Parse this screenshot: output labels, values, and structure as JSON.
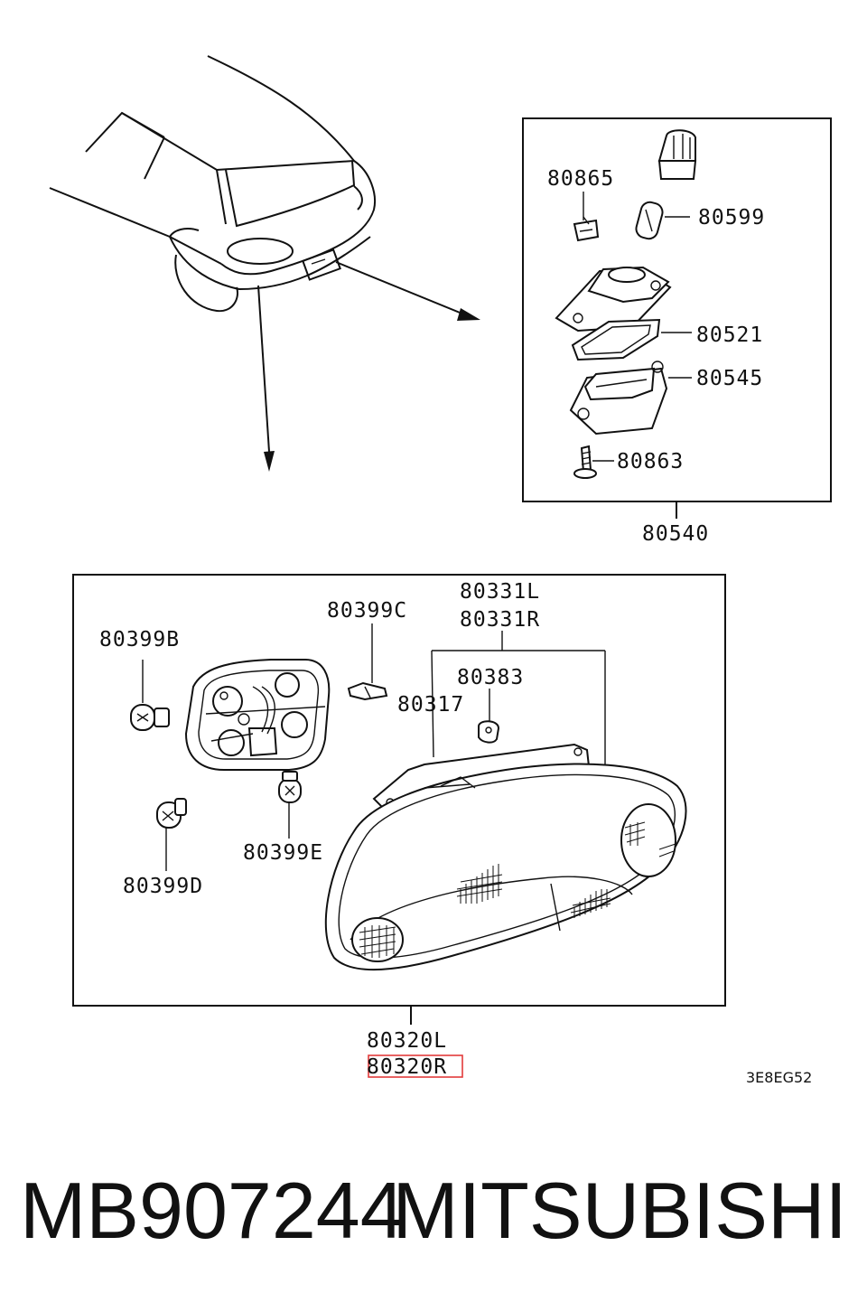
{
  "diagram": {
    "labels": {
      "p80865": "80865",
      "p80599": "80599",
      "p80521": "80521",
      "p80545": "80545",
      "p80863": "80863",
      "p80540": "80540",
      "p80331L": "80331L",
      "p80331R": "80331R",
      "p80399C": "80399C",
      "p80399B": "80399B",
      "p80383": "80383",
      "p80317": "80317",
      "p80399E": "80399E",
      "p80399D": "80399D",
      "p80320L": "80320L",
      "p80320R": "80320R"
    },
    "drawing_code": "3E8EG52",
    "highlight_color": "#e23b3b"
  },
  "footer": {
    "part_number": "MB907244",
    "brand": "MITSUBISHI"
  }
}
